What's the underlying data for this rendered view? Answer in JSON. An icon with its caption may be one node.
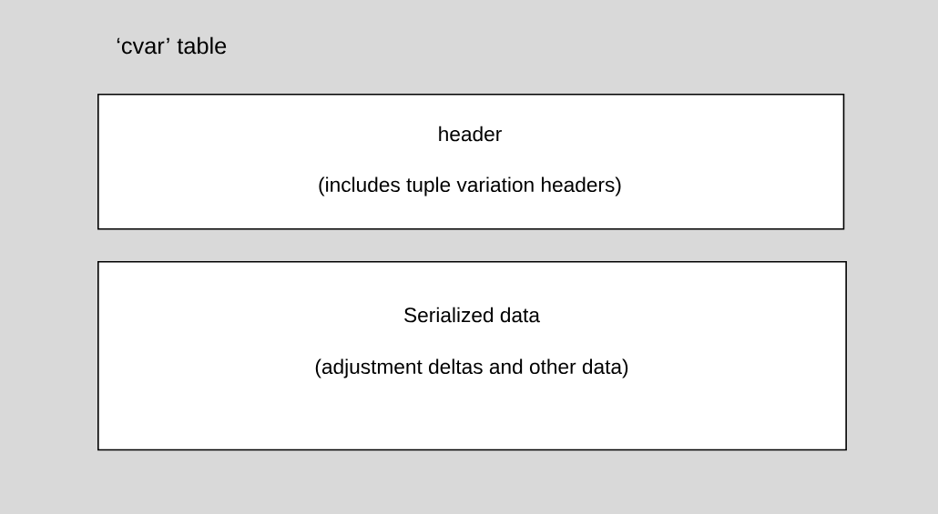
{
  "diagram": {
    "title": "‘cvar’ table",
    "nodes": [
      {
        "text": [
          "header",
          "(includes tuple variation headers)"
        ]
      },
      {
        "text": [
          "Serialized data",
          "(adjustment deltas and other data)"
        ]
      }
    ]
  }
}
